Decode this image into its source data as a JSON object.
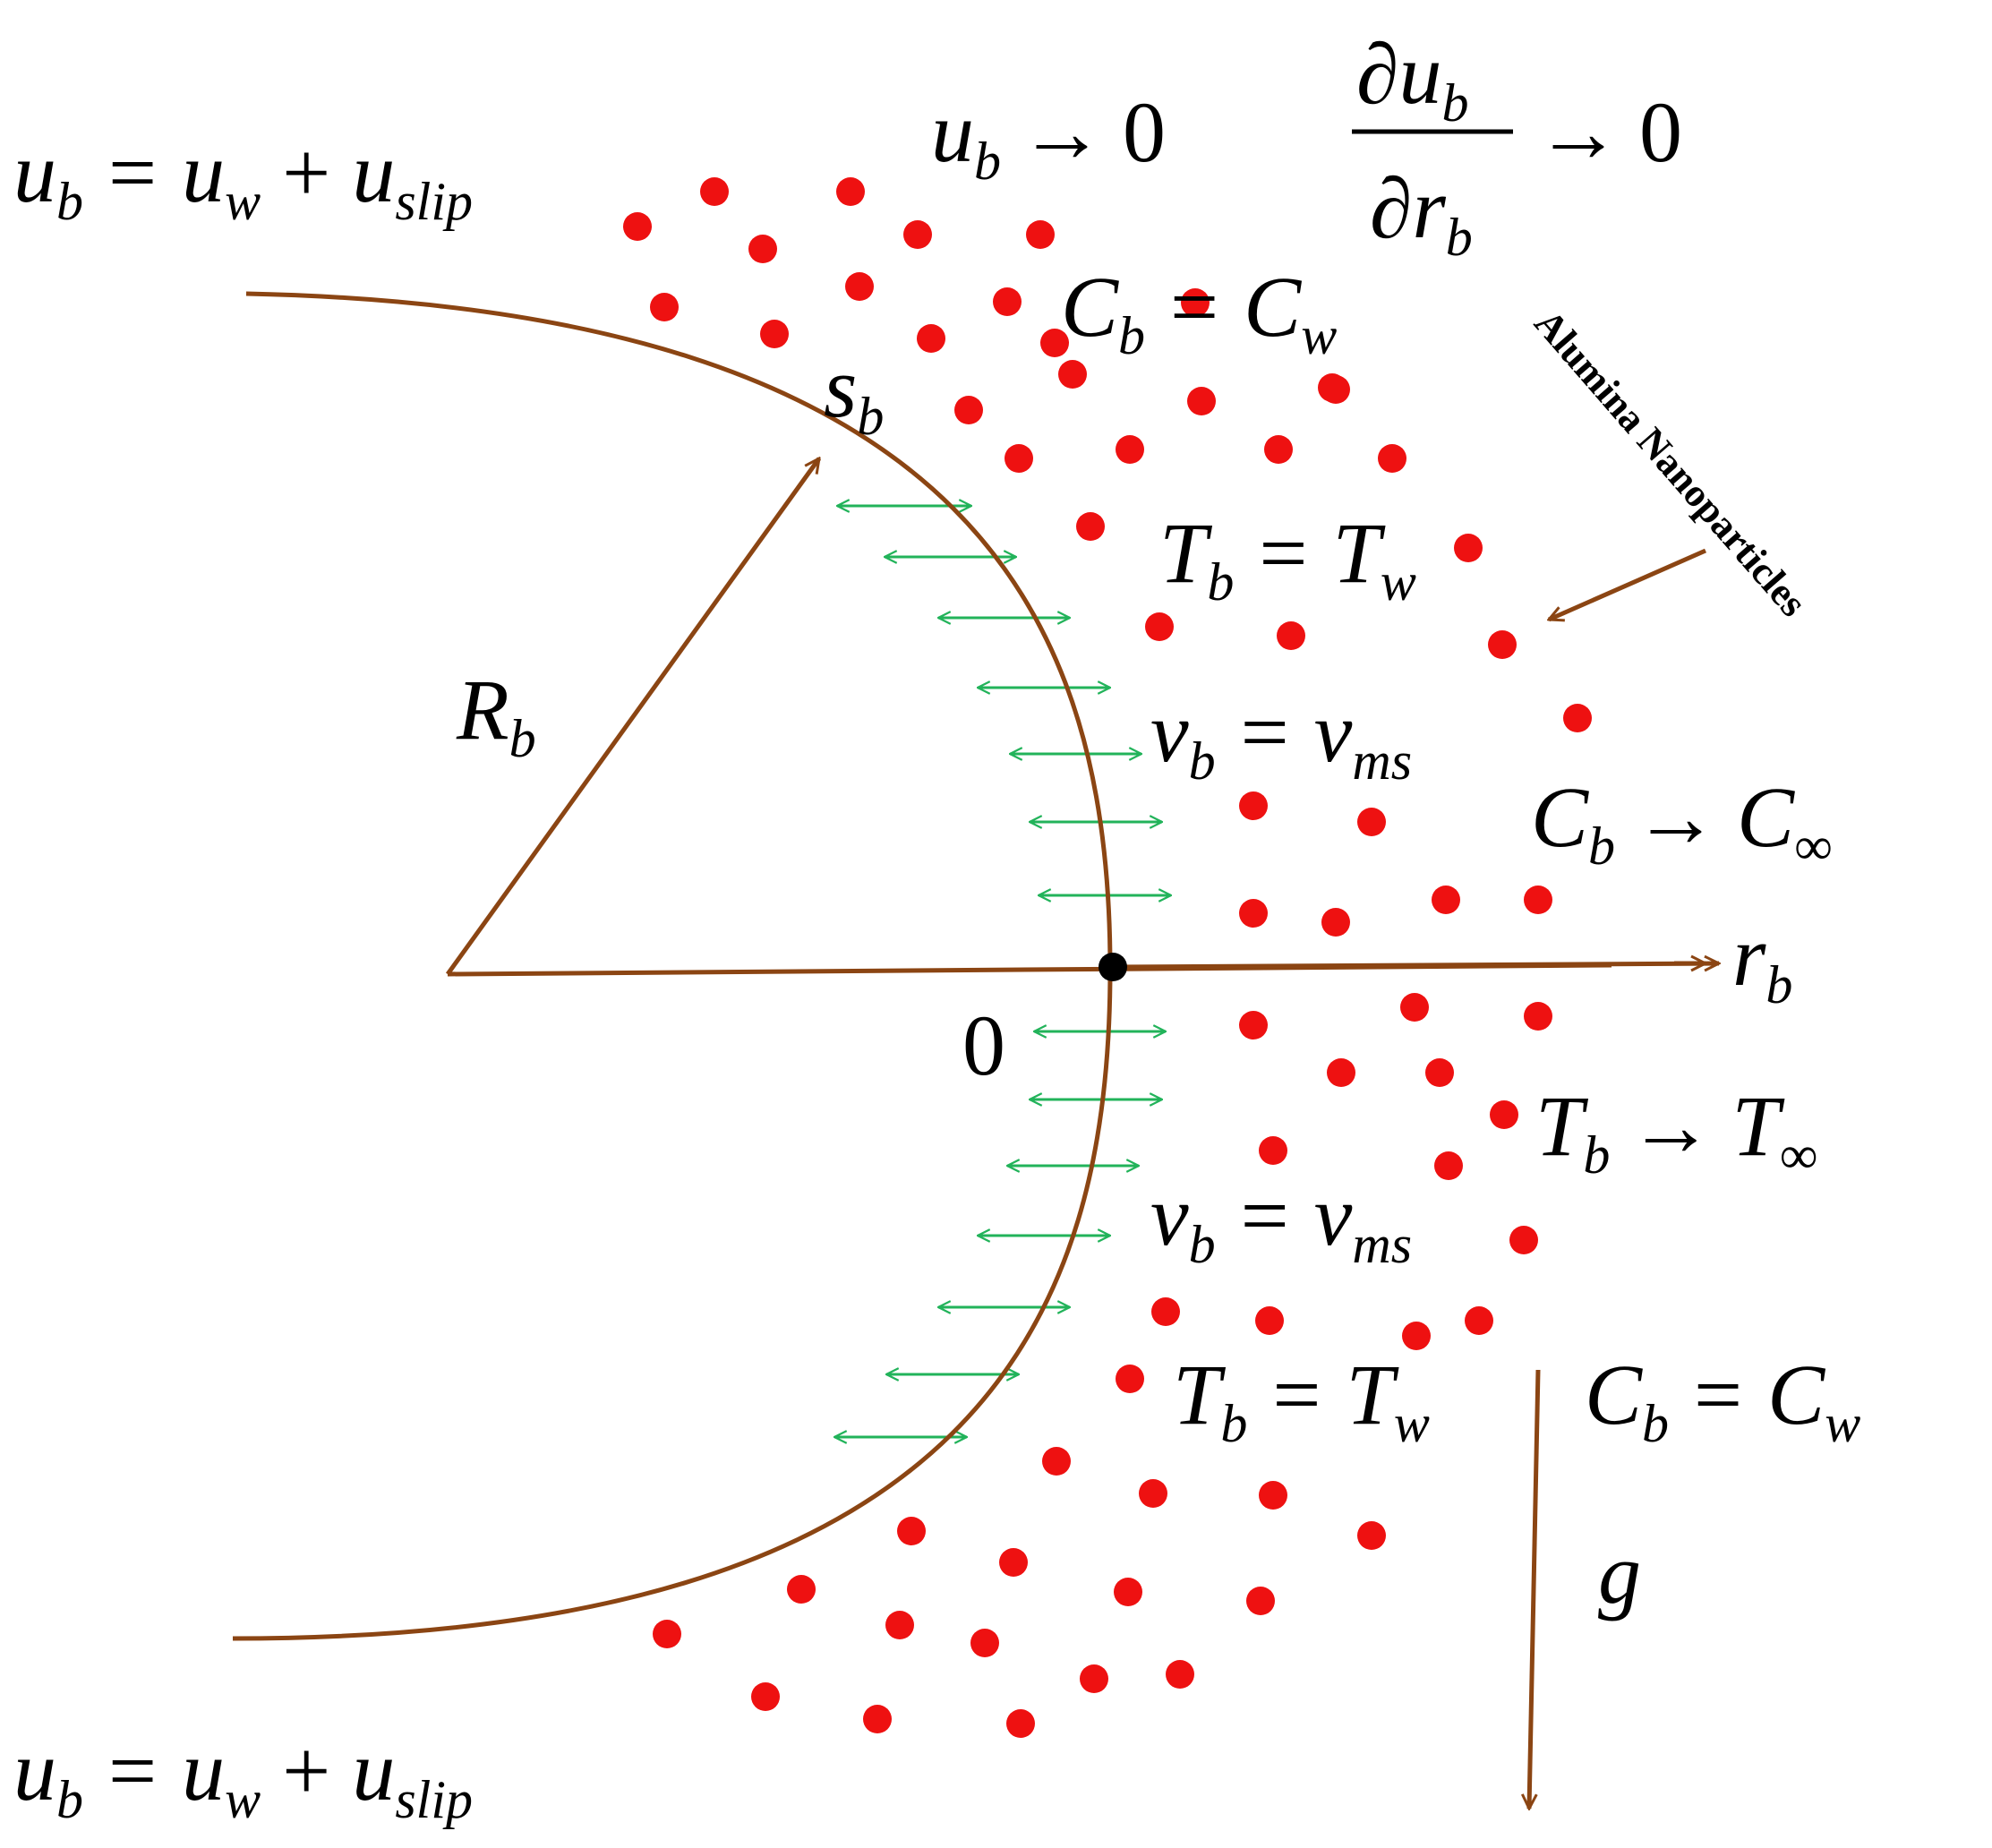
{
  "colors": {
    "curve": "#8B4513",
    "arrows": "#22B35A",
    "particles": "#EE1111",
    "origin": "#000000"
  },
  "labels": {
    "top_left": {
      "lhs": "u",
      "lhs_sub": "b",
      "rhs1": "u",
      "rhs1_sub": "w",
      "rhs2": "u",
      "rhs2_sub": "slip"
    },
    "bottom_left": {
      "lhs": "u",
      "lhs_sub": "b",
      "rhs1": "u",
      "rhs1_sub": "w",
      "rhs2": "u",
      "rhs2_sub": "slip"
    },
    "ub_far": {
      "var": "u",
      "sub": "b",
      "value": "0"
    },
    "dudr": {
      "num": "∂u",
      "num_sub": "b",
      "den": "∂r",
      "den_sub": "b",
      "value": "0"
    },
    "cb_wall_top": {
      "lhs": "C",
      "lhs_sub": "b",
      "rhs": "C",
      "rhs_sub": "w"
    },
    "sb": {
      "var": "s",
      "sub": "b"
    },
    "rb_radius": {
      "var": "R",
      "sub": "b"
    },
    "tb_wall_top": {
      "lhs": "T",
      "lhs_sub": "b",
      "rhs": "T",
      "rhs_sub": "w"
    },
    "vb_top": {
      "lhs": "v",
      "lhs_sub": "b",
      "rhs": "v",
      "rhs_sub": "ms"
    },
    "cb_inf": {
      "lhs": "C",
      "lhs_sub": "b",
      "rhs": "C",
      "rhs_sub": "∞"
    },
    "rb_axis": {
      "var": "r",
      "sub": "b"
    },
    "origin": "0",
    "tb_inf": {
      "lhs": "T",
      "lhs_sub": "b",
      "rhs": "T",
      "rhs_sub": "∞"
    },
    "vb_bottom": {
      "lhs": "v",
      "lhs_sub": "b",
      "rhs": "v",
      "rhs_sub": "ms"
    },
    "tb_wall_bottom": {
      "lhs": "T",
      "lhs_sub": "b",
      "rhs": "T",
      "rhs_sub": "w"
    },
    "cb_wall_bottom": {
      "lhs": "C",
      "lhs_sub": "b",
      "rhs": "C",
      "rhs_sub": "w"
    },
    "gravity": "g",
    "nanoparticles": "Alumina Nanoparticles",
    "equals": "=",
    "plus": "+",
    "arrow": "→"
  }
}
